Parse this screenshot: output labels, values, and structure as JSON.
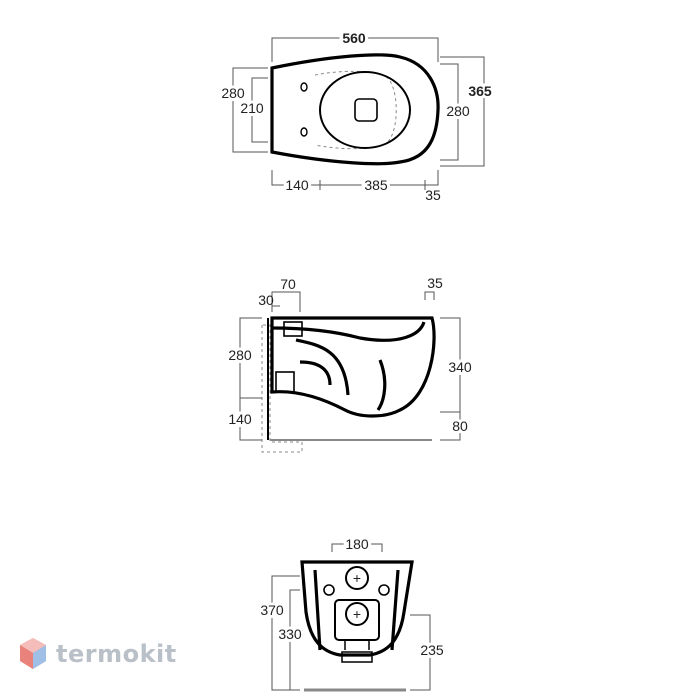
{
  "brand": {
    "name": "termokit"
  },
  "top_view": {
    "width": "560",
    "depth": "365",
    "left_height": "280",
    "inner_height": "210",
    "right_height": "280",
    "offset_1": "140",
    "offset_2": "385",
    "offset_3": "35"
  },
  "side_view": {
    "top_a": "70",
    "top_b": "30",
    "top_c": "35",
    "left_upper": "280",
    "left_lower": "140",
    "right_upper": "340",
    "right_lower": "80"
  },
  "back_view": {
    "width": "180",
    "height_a": "370",
    "height_b": "330",
    "height_c": "235"
  }
}
